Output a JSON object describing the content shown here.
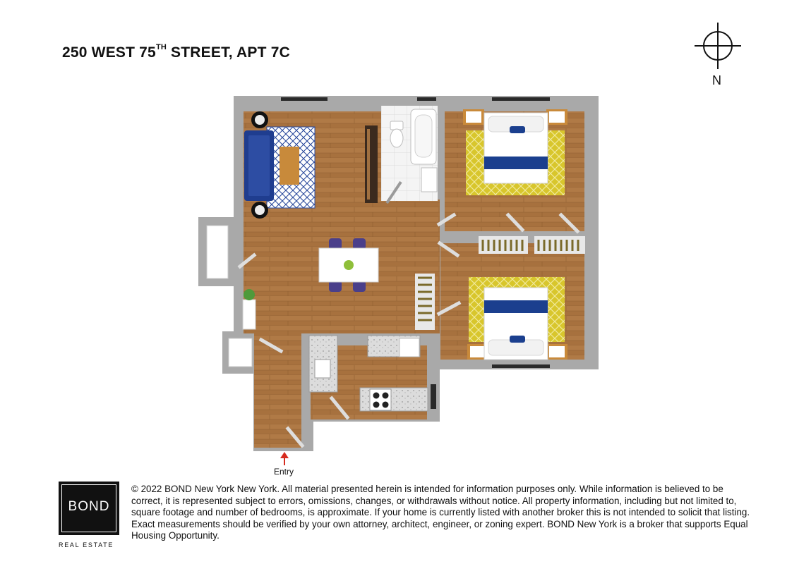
{
  "header": {
    "address_main": "250 WEST 75",
    "address_sup": "TH",
    "address_rest": " STREET, APT 7C"
  },
  "compass": {
    "label": "N",
    "icon": "north-compass-icon"
  },
  "plan": {
    "entry_label": "Entry",
    "colors": {
      "wall": "#a9a9a9",
      "floor": "#a7713e",
      "tile": "#f1f1f1",
      "sofa": "#1f3d8f",
      "rug_yellow": "#d8c62c",
      "bed_stripe": "#1b3f8e",
      "entry_arrow": "#d62b1e"
    }
  },
  "footer": {
    "logo_text": "BOND",
    "logo_subtext": "REAL ESTATE",
    "disclaimer": "© 2022 BOND New York New York. All material presented herein is intended for information purposes only. While information is believed to be correct, it is represented subject to errors, omissions, changes, or withdrawals without notice. All property information, including but not limited to, square footage and number of bedrooms, is approximate. If your home is currently listed with another broker this is not intended to solicit that listing. Exact measurements should be verified by your own attorney, architect, engineer, or zoning expert. BOND New York is a broker that supports Equal Housing Opportunity."
  }
}
